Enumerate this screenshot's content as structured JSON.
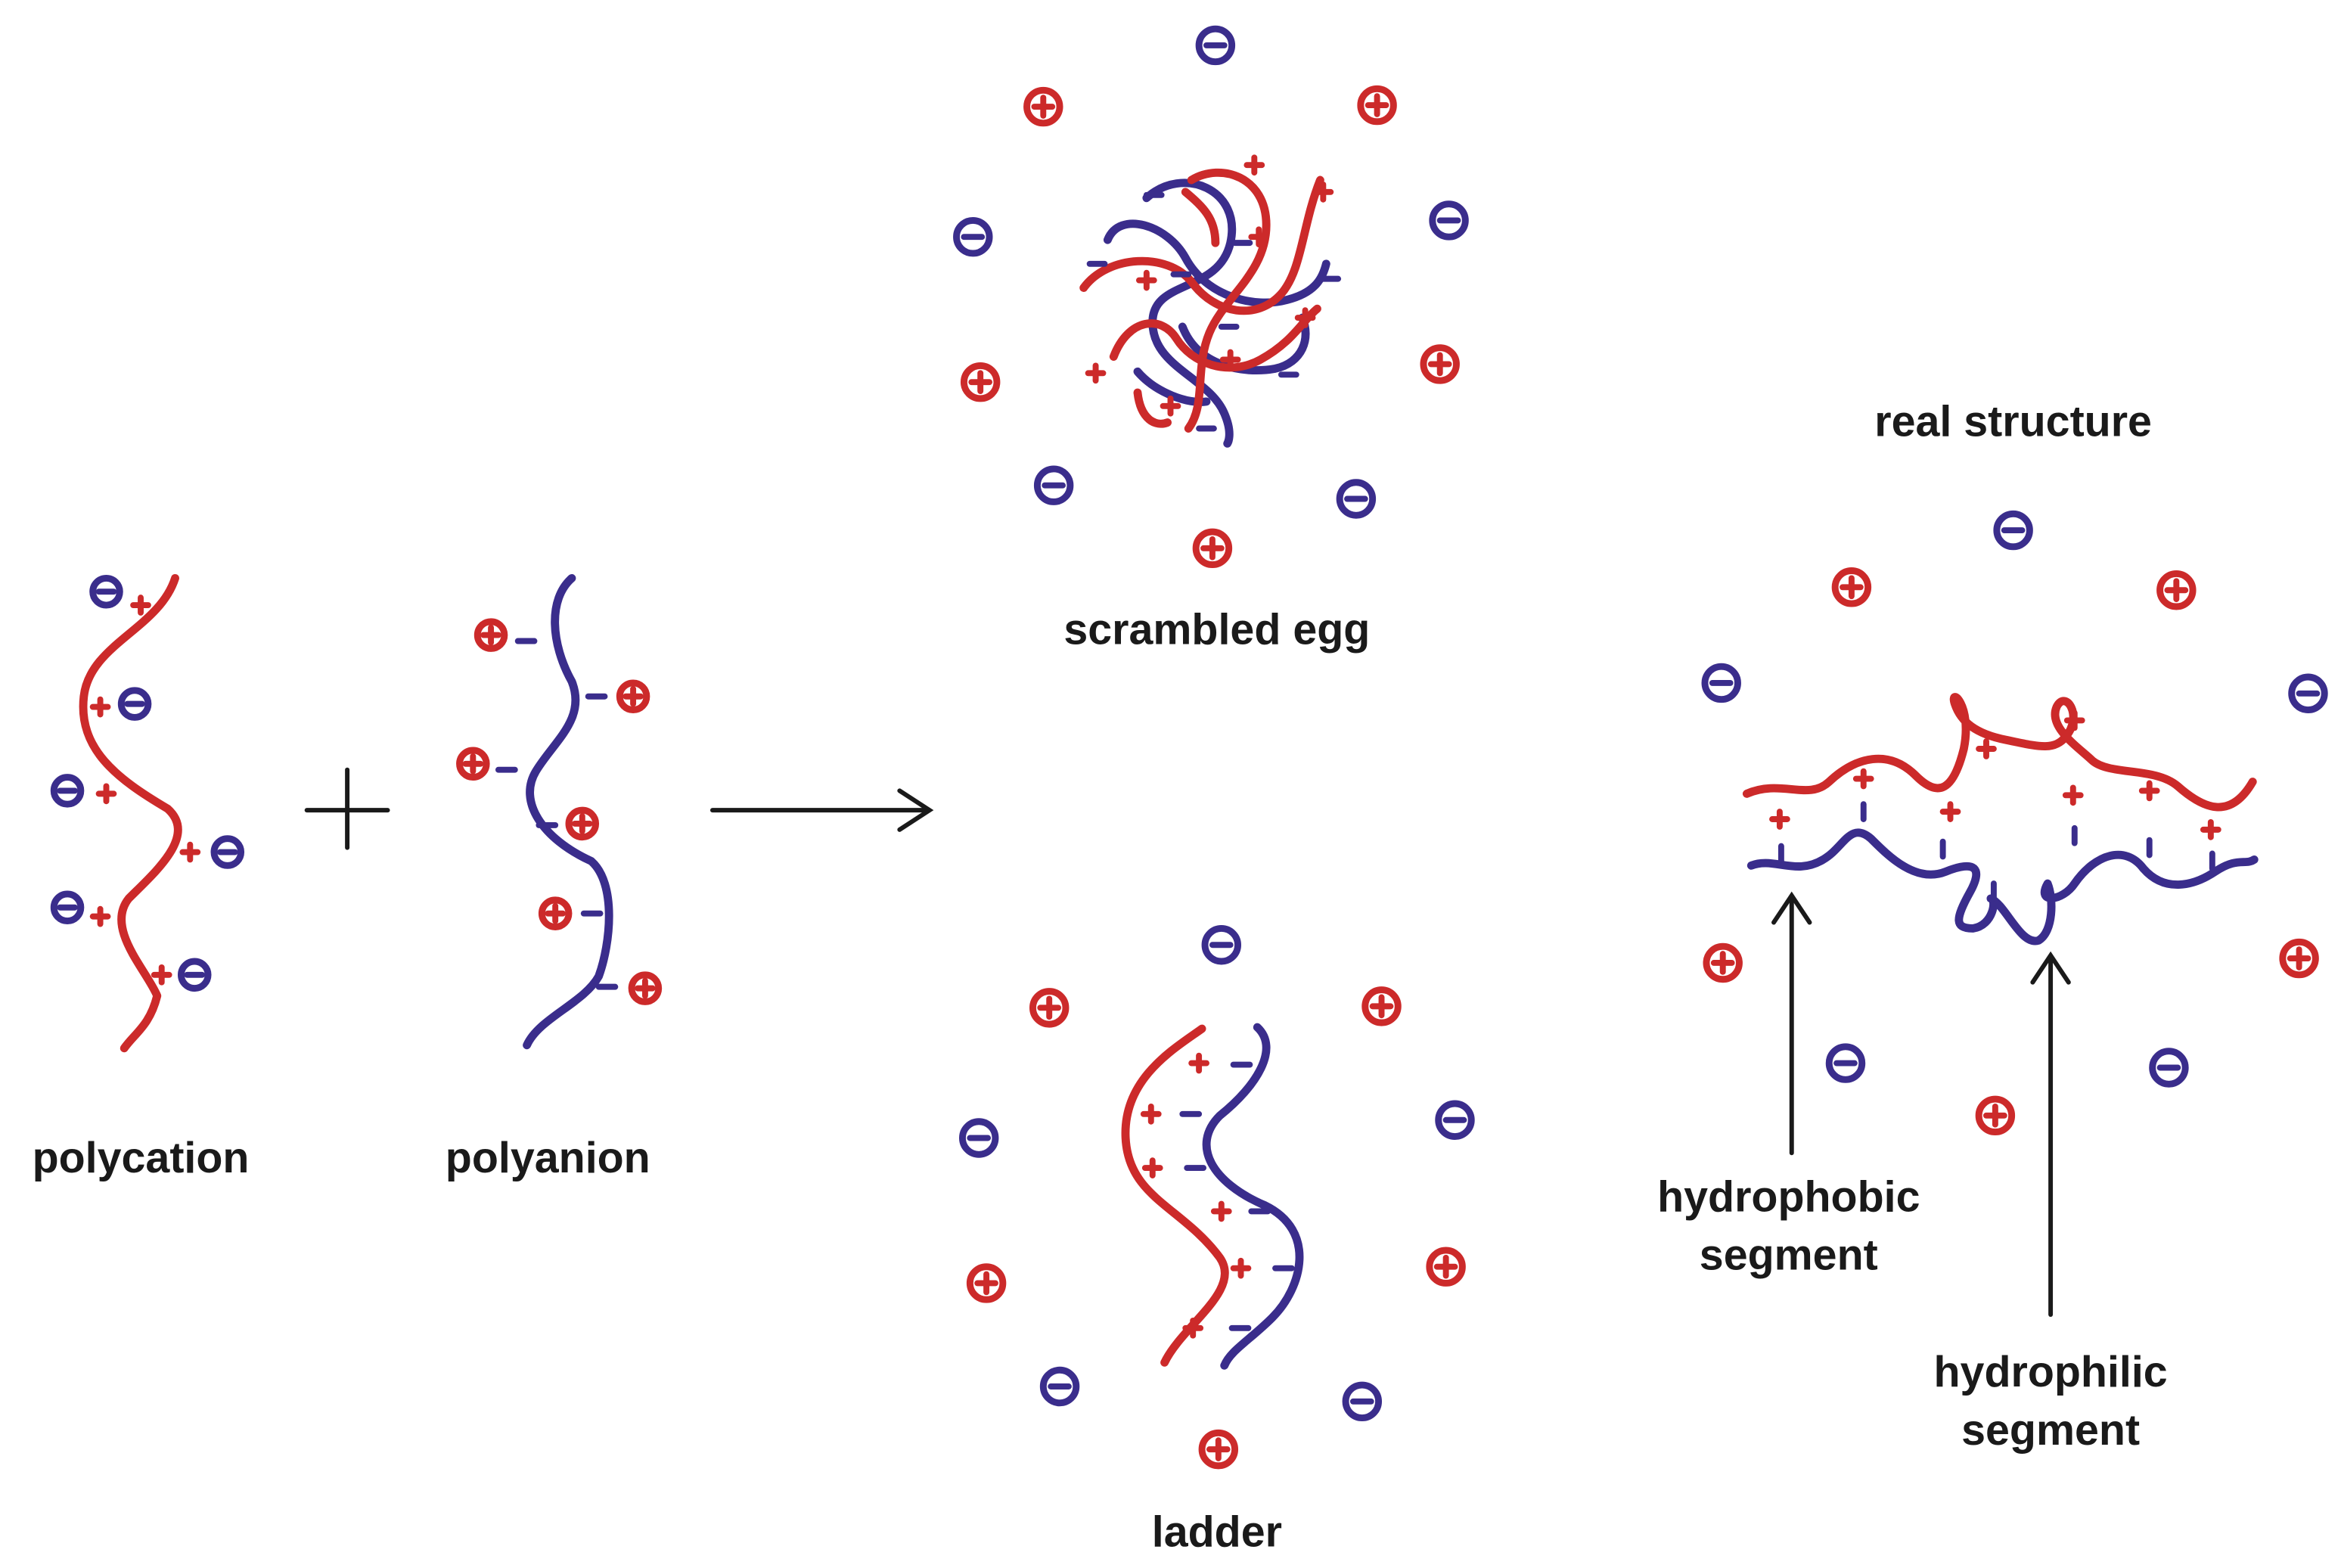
{
  "colors": {
    "cation": "#cc2a2a",
    "anion": "#3a2d8c",
    "ink": "#1a1a1a"
  },
  "labels": {
    "polycation": "polycation",
    "polyanion": "polyanion",
    "scrambled_egg": "scrambled egg",
    "ladder": "ladder",
    "real_structure": "real structure",
    "hydrophobic_line1": "hydrophobic",
    "hydrophobic_line2": "segment",
    "hydrophilic_line1": "hydrophilic",
    "hydrophilic_line2": "segment"
  },
  "operators": {
    "plus": "+"
  }
}
